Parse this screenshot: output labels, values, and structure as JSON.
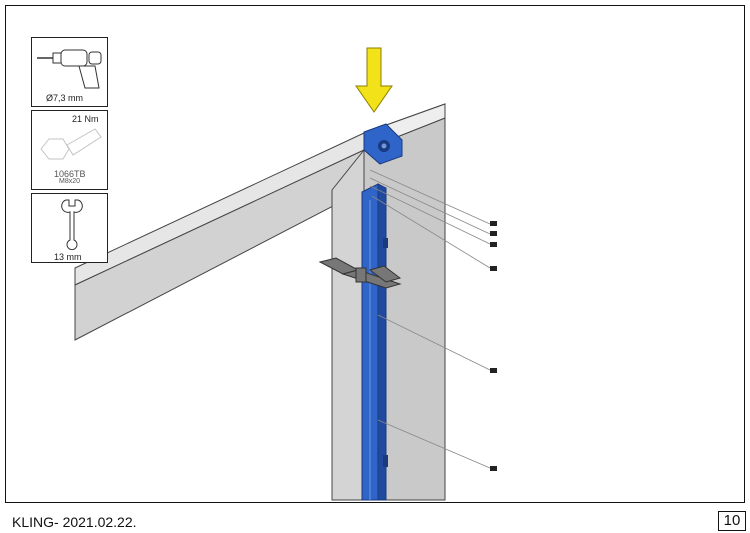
{
  "tools": {
    "drill": {
      "label": "Ø7,3 mm",
      "icon": "drill-icon"
    },
    "bolt": {
      "torque": "21 Nm",
      "code": "1066TB",
      "size": "M8x20",
      "icon": "bolt-icon"
    },
    "wrench": {
      "label": "13 mm",
      "icon": "wrench-icon"
    }
  },
  "footer": {
    "text": "KLING- 2021.02.22.",
    "page": "10"
  },
  "colors": {
    "arrow": "#f2e21a",
    "part": "#2f64c8",
    "beam": "#dcdcdc"
  }
}
